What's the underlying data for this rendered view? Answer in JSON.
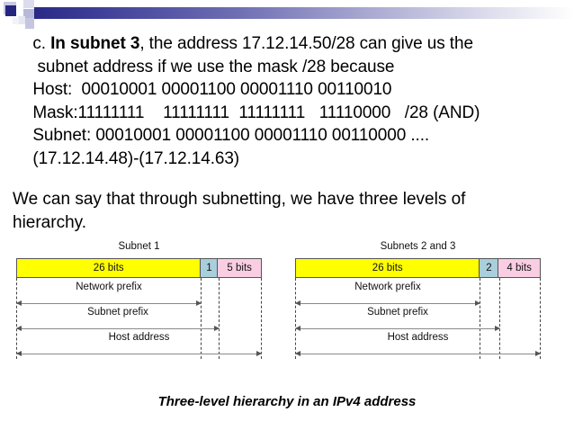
{
  "slide": {
    "text_lines": [
      {
        "prefix": "  c. ",
        "bold": "In subnet 3",
        "suffix": ", the address 17.12.14.50/28 can give us the"
      },
      {
        "prefix": "   subnet address if we use the mask /28 because",
        "bold": "",
        "suffix": ""
      },
      {
        "prefix": "  Host:  00010001 00001100 00001110 00110010",
        "bold": "",
        "suffix": ""
      },
      {
        "prefix": "  Mask:11111111    11111111  11111111   11110000   /28 (AND)",
        "bold": "",
        "suffix": ""
      },
      {
        "prefix": "  Subnet: 00010001 00001100 00001110 00110000 ....",
        "bold": "",
        "suffix": ""
      },
      {
        "prefix": "  (17.12.14.48)-(17.12.14.63)",
        "bold": "",
        "suffix": ""
      }
    ],
    "paragraph_line1": "We can say that through subnetting, we have three levels of",
    "paragraph_line2": "hierarchy.",
    "caption": "Three-level hierarchy in an IPv4 address"
  },
  "colors": {
    "network_prefix_fill": "#ffff00",
    "subnet_bits_fill": "#a9cedc",
    "host_bits_fill": "#f9cde2",
    "border": "#555555",
    "arrow": "#8a8a8a",
    "header_gradient_start": "#2a2a86"
  },
  "diagrams": [
    {
      "title": "Subnet 1",
      "segments": [
        {
          "label": "26 bits",
          "kind": "network"
        },
        {
          "label": "1",
          "kind": "subnet"
        },
        {
          "label": "5 bits",
          "kind": "host"
        }
      ],
      "measures": [
        {
          "label": "Network prefix"
        },
        {
          "label": "Subnet prefix"
        },
        {
          "label": "Host address"
        }
      ]
    },
    {
      "title": "Subnets 2 and 3",
      "segments": [
        {
          "label": "26 bits",
          "kind": "network"
        },
        {
          "label": "2",
          "kind": "subnet"
        },
        {
          "label": "4 bits",
          "kind": "host"
        }
      ],
      "measures": [
        {
          "label": "Network prefix"
        },
        {
          "label": "Subnet prefix"
        },
        {
          "label": "Host address"
        }
      ]
    }
  ]
}
